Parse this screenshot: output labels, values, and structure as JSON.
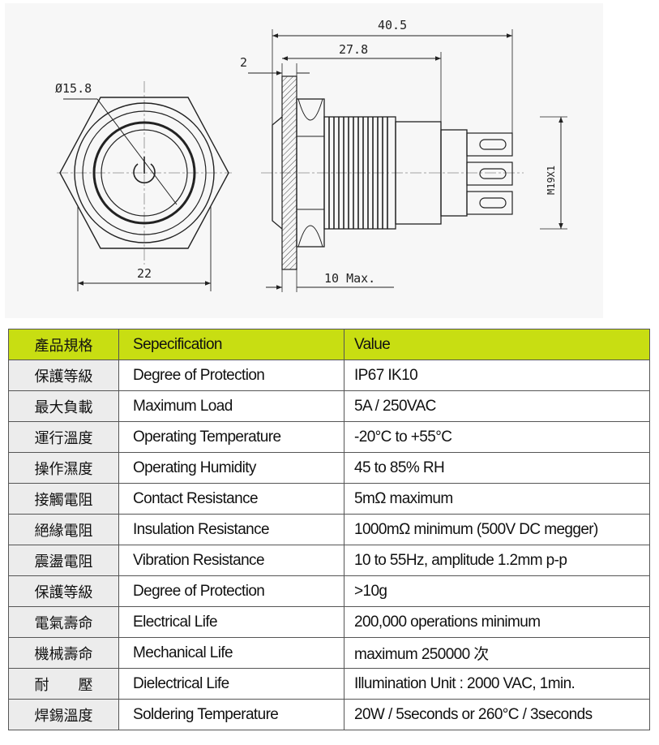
{
  "drawing": {
    "dim_diameter": "Ø15.8",
    "dim_width": "22",
    "dim_total_length": "40.5",
    "dim_body_length": "27.8",
    "dim_flange": "2",
    "dim_panel_max": "10 Max.",
    "dim_thread": "M19X1"
  },
  "table": {
    "header": {
      "c1": "產品規格",
      "c2": "Sepecification",
      "c3": "Value"
    },
    "rows": [
      {
        "c1": "保護等級",
        "c2": "Degree of Protection",
        "c3": "IP67  IK10"
      },
      {
        "c1": "最大負載",
        "c2": "Maximum Load",
        "c3": "5A / 250VAC"
      },
      {
        "c1": "運行溫度",
        "c2": "Operating Temperature",
        "c3": "-20°C to +55°C"
      },
      {
        "c1": "操作濕度",
        "c2": "Operating Humidity",
        "c3": "45 to 85%  RH"
      },
      {
        "c1": "接觸電阻",
        "c2": "Contact Resistance",
        "c3": "5mΩ  maximum"
      },
      {
        "c1": "絕緣電阻",
        "c2": "Insulation Resistance",
        "c3": "1000mΩ  minimum (500V DC megger)"
      },
      {
        "c1": "震盪電阻",
        "c2": "Vibration Resistance",
        "c3": "10 to 55Hz, amplitude 1.2mm p-p"
      },
      {
        "c1": "保護等級",
        "c2": "Degree of Protection",
        "c3": ">10g"
      },
      {
        "c1": "電氣壽命",
        "c2": "Electrical Life",
        "c3": "200,000 operations minimum"
      },
      {
        "c1": "機械壽命",
        "c2": "Mechanical Life",
        "c3": "maximum 250000 次"
      },
      {
        "c1": "耐　　壓",
        "c2": "Dielectrical Life",
        "c3": "Illumination Unit : 2000 VAC, 1min."
      },
      {
        "c1": "焊錫溫度",
        "c2": "Soldering Temperature",
        "c3": "20W / 5seconds or 260°C / 3seconds"
      }
    ]
  }
}
